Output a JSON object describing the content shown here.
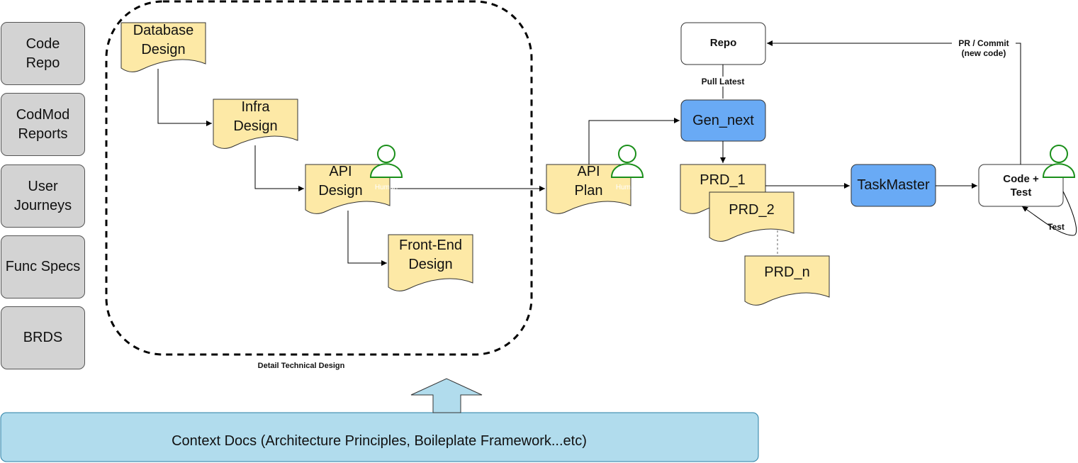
{
  "sources": [
    "Code\nRepo",
    "CodMod\nReports",
    "User\nJourneys",
    "Func Specs",
    "BRDS"
  ],
  "design_group_label": "Detail Technical Design",
  "docs": {
    "database_design": "Database\nDesign",
    "infra_design": "Infra\nDesign",
    "api_design": "API\nDesign",
    "frontend_design": "Front-End\nDesign",
    "api_plan": "API\nPlan",
    "prd_1": "PRD_1",
    "prd_2": "PRD_2",
    "prd_n": "PRD_n"
  },
  "human_label": "Human",
  "repo_label": "Repo",
  "pull_latest_label": "Pull Latest",
  "gen_next_label": "Gen_next",
  "taskmaster_label": "TaskMaster",
  "code_test_label": "Code +\nTest",
  "pr_commit_label": "PR / Commit\n(new code)",
  "test_label": "Test",
  "context_label": "Context Docs (Architecture Principles, Boileplate Framework...etc)",
  "colors": {
    "doc_fill": "#fde9a6",
    "process_fill": "#69aaf5",
    "context_fill": "#b1dced",
    "source_fill": "#d3d3d3",
    "human_stroke": "#1a8f1a"
  }
}
